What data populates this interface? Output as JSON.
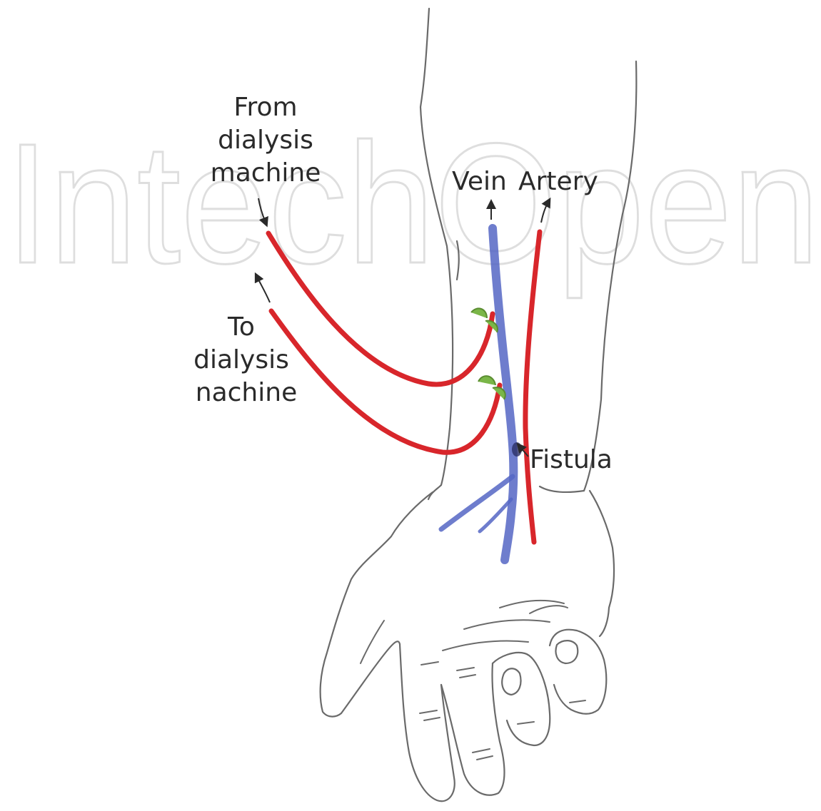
{
  "watermark": {
    "text": "IntechOpen"
  },
  "labels": {
    "from_line1": "From",
    "from_line2": "dialysis",
    "from_line3": "machine",
    "to_line1": "To",
    "to_line2": "dialysis",
    "to_line3": "nachine",
    "vein": "Vein",
    "artery": "Artery",
    "fistula": "Fistula"
  },
  "colors": {
    "artery": "#d8262b",
    "vein": "#5566c4",
    "clamp": "#7ab648",
    "outline": "#6a6a6a",
    "text": "#2a2a2a"
  }
}
